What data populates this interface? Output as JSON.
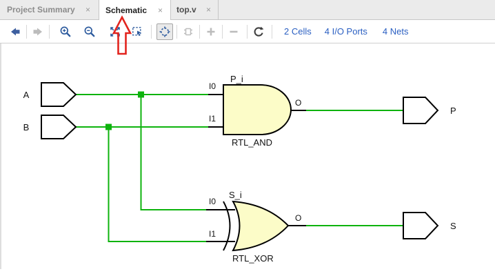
{
  "tabs": {
    "items": [
      {
        "label": "Project Summary",
        "close": "×",
        "active": false
      },
      {
        "label": "Schematic",
        "close": "×",
        "active": true
      },
      {
        "label": "top.v",
        "close": "×",
        "active": false
      }
    ]
  },
  "toolbar": {
    "icons": [
      "back",
      "forward",
      "zoom-in",
      "zoom-out",
      "zoom-fit",
      "zoom-to-selection",
      "autofit-selection",
      "expand-cell",
      "add",
      "remove",
      "refresh"
    ],
    "selected_tool": "autofit-selection",
    "links": [
      {
        "label": "2 Cells"
      },
      {
        "label": "4 I/O Ports"
      },
      {
        "label": "4 Nets"
      }
    ]
  },
  "schematic": {
    "input_ports": [
      {
        "name": "A"
      },
      {
        "name": "B"
      }
    ],
    "output_ports": [
      {
        "name": "P"
      },
      {
        "name": "S"
      }
    ],
    "gates": [
      {
        "instance": "P_i",
        "type": "RTL_AND",
        "pins": {
          "i0": "I0",
          "i1": "I1",
          "out": "O"
        }
      },
      {
        "instance": "S_i",
        "type": "RTL_XOR",
        "pins": {
          "i0": "I0",
          "i1": "I1",
          "out": "O"
        }
      }
    ],
    "colors": {
      "wire": "#0db30d",
      "gate_fill": "#fcfcc8",
      "outline": "#000000"
    }
  },
  "annotation": {
    "type": "red-arrow-pointing-to-schematic-tab",
    "color": "#e2241e"
  }
}
